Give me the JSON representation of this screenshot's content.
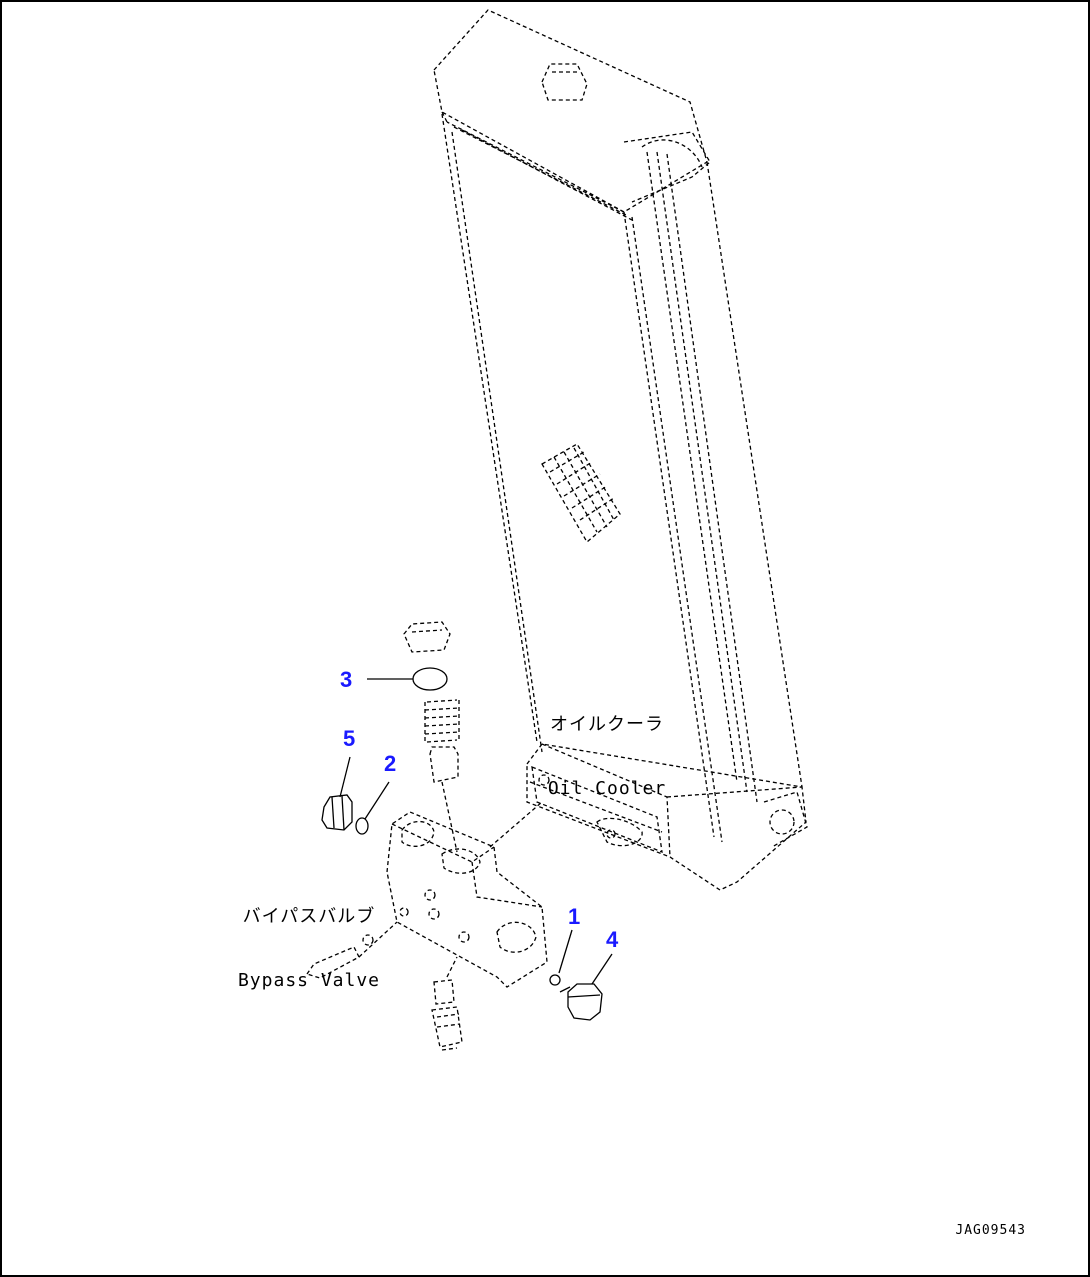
{
  "diagram": {
    "labels": {
      "oil_cooler_jp": "オイルクーラ",
      "oil_cooler_en": "Oil Cooler",
      "bypass_valve_jp": "バイパスバルブ",
      "bypass_valve_en": "Bypass Valve"
    },
    "callouts": [
      {
        "id": "3",
        "text": "3"
      },
      {
        "id": "5",
        "text": "5"
      },
      {
        "id": "2",
        "text": "2"
      },
      {
        "id": "1",
        "text": "1"
      },
      {
        "id": "4",
        "text": "4"
      }
    ],
    "drawing_code": "JAG09543"
  },
  "colors": {
    "callout": "#1a1aff",
    "line": "#000000",
    "background": "#ffffff"
  }
}
